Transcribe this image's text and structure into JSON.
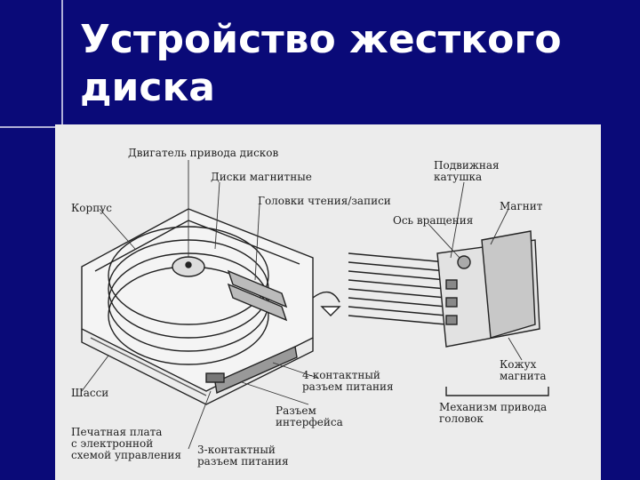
{
  "slide": {
    "title_line1": "Устройство жесткого",
    "title_line2": "диска"
  },
  "figure": {
    "labels": {
      "motor": "Двигатель привода дисков",
      "disks": "Диски магнитные",
      "heads": "Головки чтения/записи",
      "case": "Корпус",
      "coil_line1": "Подвижная",
      "coil_line2": "катушка",
      "magnet": "Магнит",
      "axis": "Ось вращения",
      "chassis": "Шасси",
      "power4_line1": "4-контактный",
      "power4_line2": "разъем питания",
      "interface_line1": "Разъем",
      "interface_line2": "интерфейса",
      "magnet_cover_line1": "Кожух",
      "magnet_cover_line2": "магнита",
      "actuator_line1": "Механизм привода",
      "actuator_line2": "головок",
      "pcb_line1": "Печатная плата",
      "pcb_line2": "с электронной",
      "pcb_line3": "схемой управления",
      "power3_line1": "3-контактный",
      "power3_line2": "разъем питания"
    }
  }
}
